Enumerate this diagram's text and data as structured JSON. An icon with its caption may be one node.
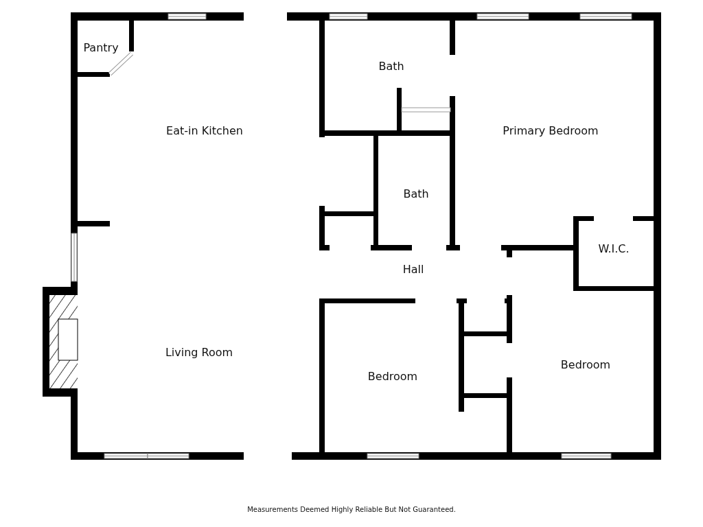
{
  "diagram": {
    "caption": "Measurements Deemed Highly Reliable But Not Guaranteed.",
    "labels": [
      "Pantry",
      "Bath",
      "Eat-in Kitchen",
      "Primary Bedroom",
      "Bath",
      "W.I.C.",
      "Hall",
      "Living Room",
      "Bedroom",
      "Bedroom"
    ]
  }
}
